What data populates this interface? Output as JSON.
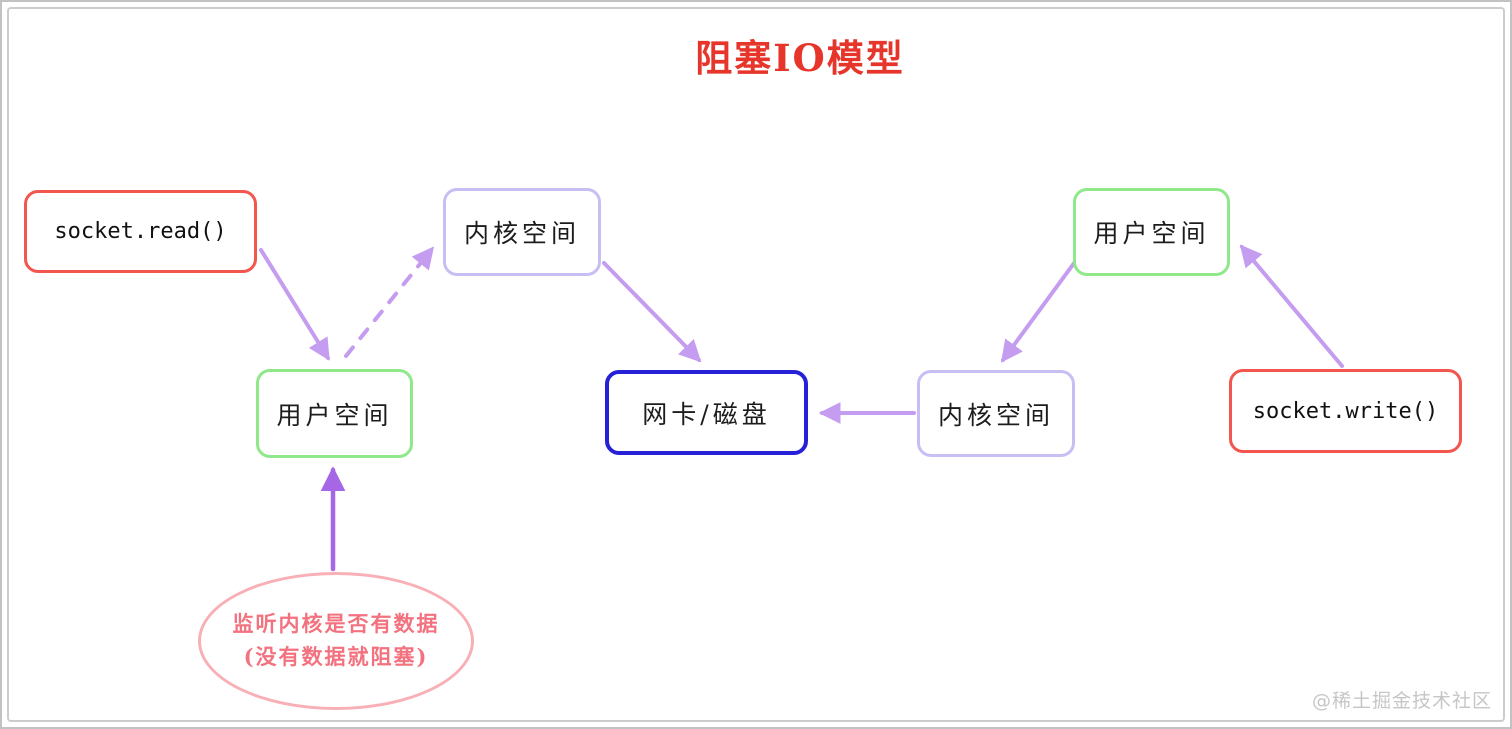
{
  "title": "阻塞IO模型",
  "nodes": [
    {
      "id": "socket-read",
      "label": "socket.read()"
    },
    {
      "id": "kernel-left",
      "label": "内核空间"
    },
    {
      "id": "user-left",
      "label": "用户空间"
    },
    {
      "id": "nic-disk",
      "label": "网卡/磁盘"
    },
    {
      "id": "kernel-right",
      "label": "内核空间"
    },
    {
      "id": "user-right",
      "label": "用户空间"
    },
    {
      "id": "socket-write",
      "label": "socket.write()"
    }
  ],
  "annotation": {
    "line1": "监听内核是否有数据",
    "line2": "(没有数据就阻塞)"
  },
  "edges": [
    {
      "from": "socket.read()",
      "to": "用户空间(左)",
      "style": "solid"
    },
    {
      "from": "用户空间(左)",
      "to": "内核空间(左)",
      "style": "dashed"
    },
    {
      "from": "内核空间(左)",
      "to": "网卡/磁盘",
      "style": "solid"
    },
    {
      "from": "内核空间(右)",
      "to": "网卡/磁盘",
      "style": "solid"
    },
    {
      "from": "用户空间(右)",
      "to": "内核空间(右)",
      "style": "solid"
    },
    {
      "from": "socket.write()",
      "to": "用户空间(右)",
      "style": "solid"
    },
    {
      "from": "监听内核是否有数据(没有数据就阻塞)",
      "to": "用户空间(左)",
      "style": "solid"
    }
  ],
  "watermark": "@稀土掘金技术社区",
  "colors": {
    "title_red": "#e6352b",
    "box_red_border": "#f2564f",
    "box_green_border": "#8fe88a",
    "box_lavender_border": "#c9bef3",
    "box_blue_border": "#2621d7",
    "ellipse_pink_border": "#f8b0b6",
    "ellipse_text_pink": "#f2737f",
    "arrow_purple": "#c49cf0",
    "arrow_purple_dark": "#a667e6",
    "watermark_gray": "#c6c6c6"
  }
}
